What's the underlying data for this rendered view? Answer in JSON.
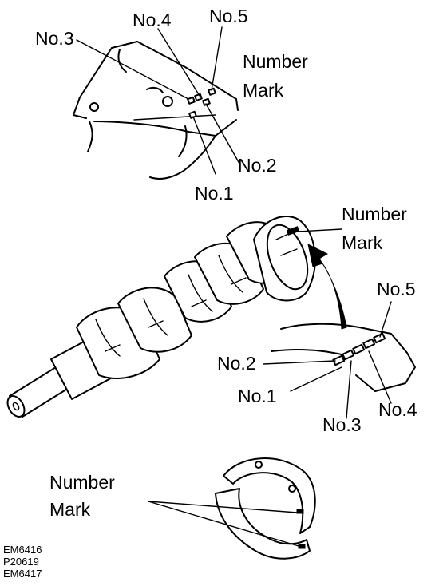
{
  "top_block": {
    "title": "Number",
    "title2": "Mark",
    "labels": [
      "No.3",
      "No.4",
      "No.5",
      "No.2",
      "No.1"
    ]
  },
  "crankshaft": {
    "title": "Number",
    "title2": "Mark",
    "labels": [
      "No.5",
      "No.2",
      "No.1",
      "No.3",
      "No.4"
    ]
  },
  "bearing": {
    "title": "Number",
    "title2": "Mark"
  },
  "figure_codes": [
    "EM6416",
    "P20619",
    "EM6417"
  ]
}
